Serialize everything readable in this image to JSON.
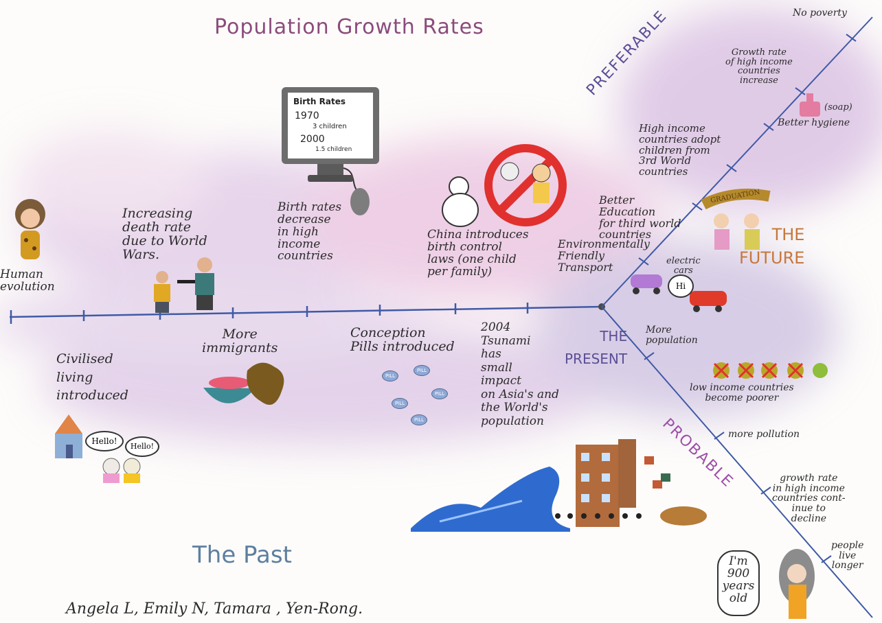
{
  "title": "Population Growth Rates",
  "labels": {
    "the_past": "The Past",
    "the_present": "THE\nPRESENT",
    "the_future": "THE\nFUTURE",
    "preferable": "PREFERABLE",
    "probable": "PROBABLE"
  },
  "authors": "Angela L,  Emily N,  Tamara ,  Yen-Rong.",
  "past_events": {
    "human_evolution": "Human\nevolution",
    "death_rate": "Increasing\ndeath rate\ndue to World\nWars.",
    "birth_rates_decrease": "Birth rates\ndecrease\nin high\nincome\ncountries",
    "china": "China introduces\nbirth control\nlaws (one child\nper family)",
    "civilised": "Civilised\nliving\nintroduced",
    "immigrants": "More\nimmigrants",
    "conception": "Conception\nPills introduced",
    "tsunami": "2004\nTsunami\nhas\nsmall\nimpact\non Asia's and\nthe World's\npopulation"
  },
  "monitor": {
    "heading": "Birth Rates",
    "year1": "1970",
    "value1": "3 children",
    "year2": "2000",
    "value2": "1.5 children"
  },
  "preferable_events": {
    "no_poverty": "No poverty",
    "growth_increase": "Growth rate\nof high income\ncountries\nincrease",
    "soap": "(soap)",
    "hygiene": "Better hygiene",
    "adopt": "High income\ncountries adopt\nchildren from\n3rd World\ncountries",
    "graduation": "GRADUATION",
    "education": "Better\nEducation\nfor third world\ncountries",
    "transport": "Environmentally\nFriendly\nTransport",
    "electric_cars": "electric\ncars",
    "hi": "Hi"
  },
  "probable_events": {
    "more_population": "More\npopulation",
    "poorer": "low income countries\nbecome poorer",
    "pollution": "more pollution",
    "growth_decline": "growth rate\nin high income\ncountries cont-\ninue to\ndecline",
    "live_longer": "people\nlive\nlonger",
    "old_speech": "I'm\n900\nyears\nold"
  },
  "speech": {
    "hello1": "Hello!",
    "hello2": "Hello!"
  },
  "pill_label": "PILL",
  "colors": {
    "timeline": "#3f5aa6",
    "title": "#8b4b7c",
    "wash_purple": "#c9a4d8",
    "wash_pink": "#e8a8cf",
    "future_orange": "#c7773b"
  }
}
